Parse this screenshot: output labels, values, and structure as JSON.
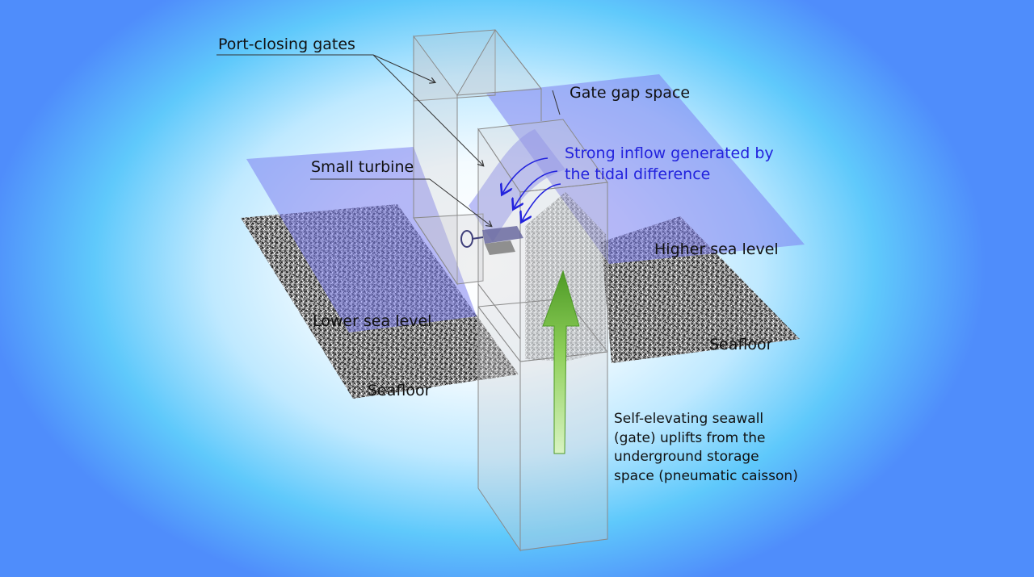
{
  "labels": {
    "port_closing_gates": "Port-closing gates",
    "gate_gap_space": "Gate gap space",
    "strong_inflow_line1": "Strong inflow generated by",
    "strong_inflow_line2": "the tidal difference",
    "small_turbine": "Small turbine",
    "higher_sea_level": "Higher sea level",
    "lower_sea_level": "Lower sea level",
    "seafloor_left": "Seafloor",
    "seafloor_right": "Seafloor",
    "self_elevating": "Self-elevating seawall\n(gate) uplifts from the\nunderground storage\nspace (pneumatic caisson)"
  },
  "colors": {
    "water_plane": "#7d80f0",
    "inflow_arrows": "#2222dd",
    "uplift_arrow": "#6fbf3a",
    "background_outer": "#4f8dfb",
    "background_center": "#ffffff"
  }
}
